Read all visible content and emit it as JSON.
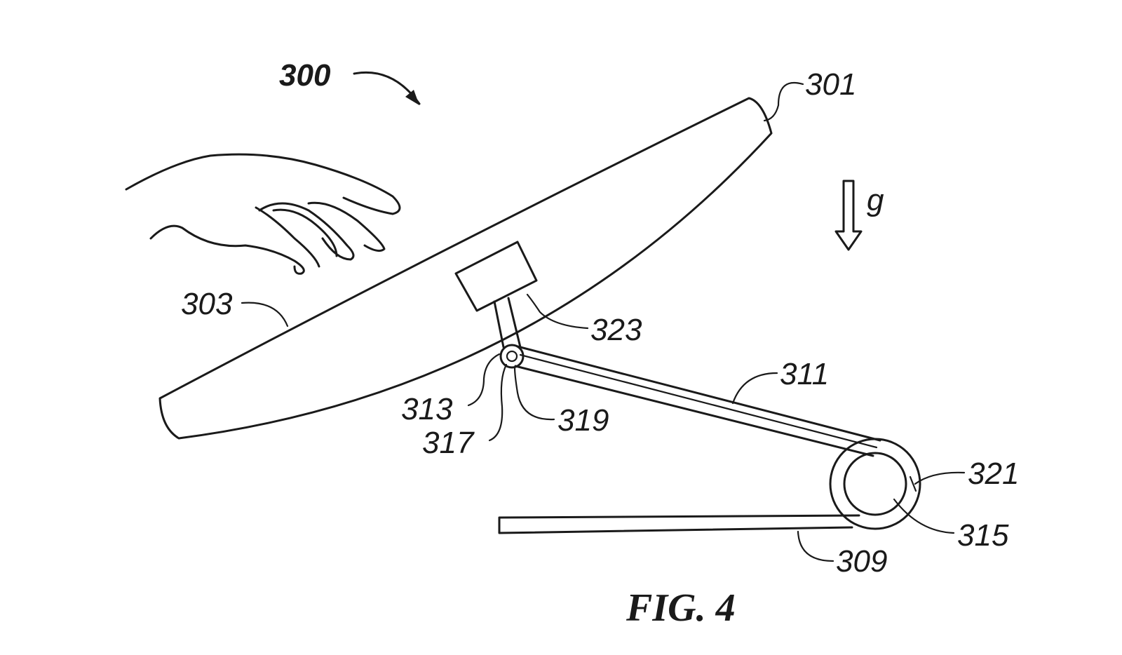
{
  "figure": {
    "title": "FIG. 4",
    "gravity_label": "g",
    "labels": {
      "l300": "300",
      "l301": "301",
      "l303": "303",
      "l323": "323",
      "l311": "311",
      "l313": "313",
      "l319": "319",
      "l317": "317",
      "l321": "321",
      "l315": "315",
      "l309": "309"
    }
  }
}
